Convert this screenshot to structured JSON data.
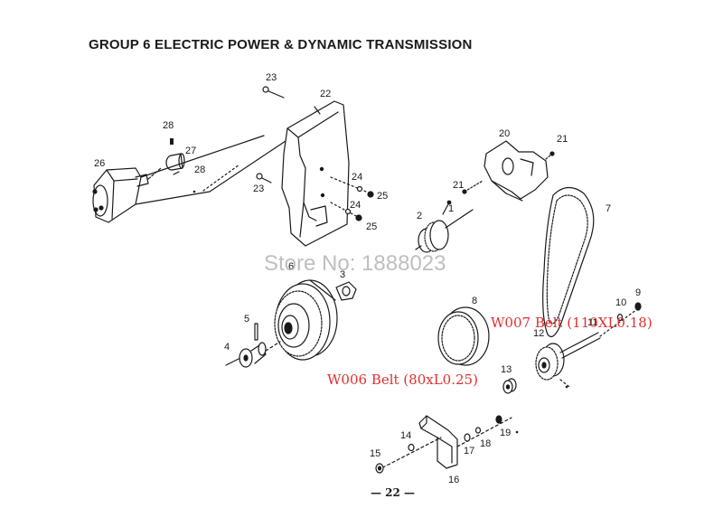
{
  "title": "GROUP 6 ELECTRIC POWER & DYNAMIC TRANSMISSION",
  "watermark": "Store No: 1888023",
  "belt_notes": {
    "w006": "W006 Belt (80xL0.25)",
    "w007": "W007 Belt (110XL0.18)"
  },
  "page_number": "— 22 —",
  "part_numbers": {
    "p1": "1",
    "p2": "2",
    "p3": "3",
    "p4": "4",
    "p5": "5",
    "p6": "6",
    "p7": "7",
    "p8": "8",
    "p9": "9",
    "p10": "10",
    "p11": "11",
    "p12": "12",
    "p13": "13",
    "p14": "14",
    "p15": "15",
    "p16": "16",
    "p17": "17",
    "p18": "18",
    "p19": "19",
    "p20": "20",
    "p21a": "21",
    "p21b": "21",
    "p22": "22",
    "p23a": "23",
    "p23b": "23",
    "p24a": "24",
    "p24b": "24",
    "p25a": "25",
    "p25b": "25",
    "p26": "26",
    "p27": "27",
    "p28a": "28",
    "p28b": "28"
  },
  "colors": {
    "ink": "#1a1a1a",
    "watermark": "#aaaaaa",
    "note": "#e03030"
  }
}
